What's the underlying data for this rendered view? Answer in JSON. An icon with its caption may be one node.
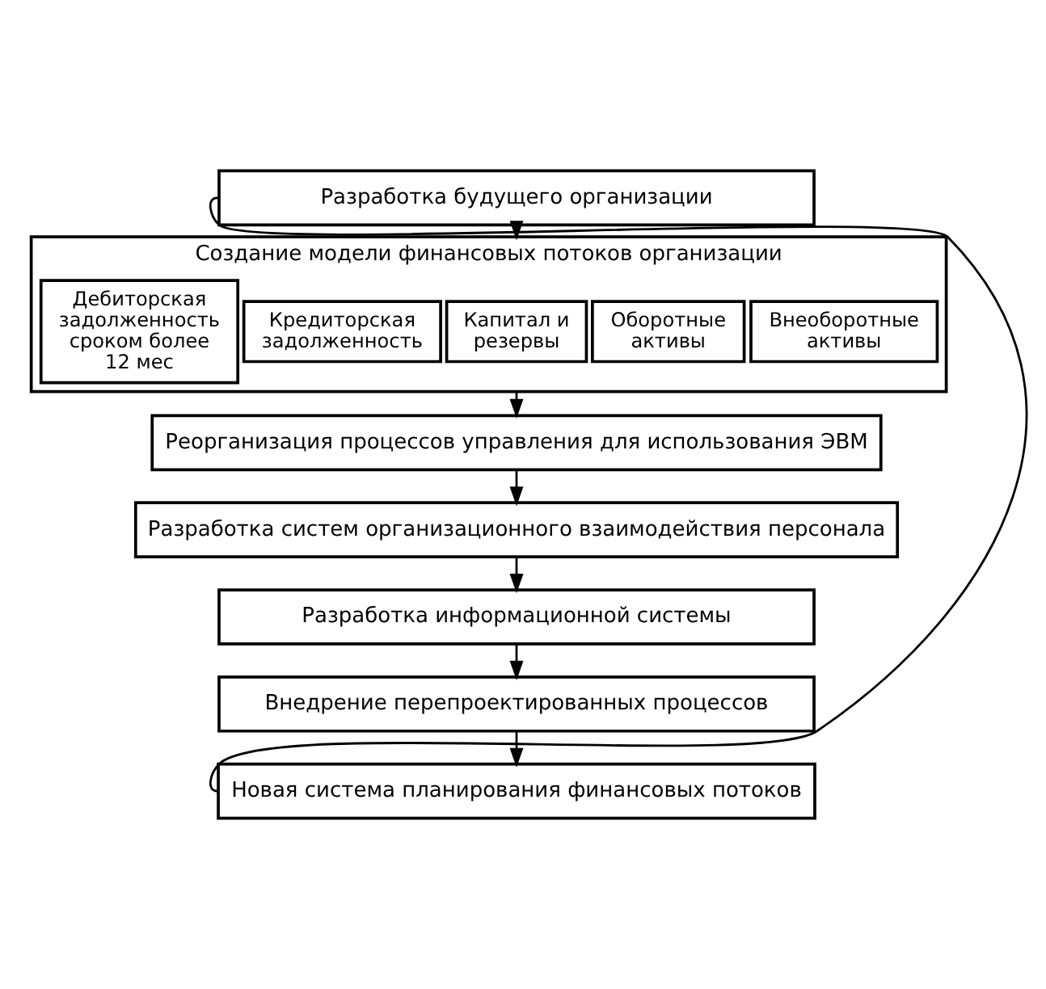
{
  "diagram": {
    "nodes": [
      {
        "text": [
          "Разработка будущего организации"
        ]
      },
      {
        "text": [
          "Создание модели финансовых потоков организации"
        ]
      },
      {
        "text": [
          "Внеоборотные активы"
        ],
        "in": 1
      },
      {
        "text": [
          "Оборотные активы"
        ],
        "in": 1
      },
      {
        "text": [
          "Капитал и резервы"
        ],
        "in": 1
      },
      {
        "text": [
          "Кредиторская задолженность"
        ],
        "in": 1
      },
      {
        "text": [
          "Дебиторская задолженность сроком более 12 мес"
        ],
        "in": 1
      },
      {
        "text": [
          "Реорганизация процессов управления для использования ЭВМ"
        ]
      },
      {
        "text": [
          "Разработка систем организационного взаимодействия персонала"
        ]
      },
      {
        "text": [
          "Разработка информационной системы"
        ]
      },
      {
        "text": [
          "Внедрение перепроектированных процессов"
        ]
      },
      {
        "text": [
          "Новая система планирования финансовых потоков"
        ]
      }
    ],
    "edges": [
      {
        "from": 0,
        "to": 1,
        "arrow": "to"
      },
      {
        "from": 1,
        "to": 7,
        "arrow": "to"
      },
      {
        "from": 7,
        "to": 8,
        "arrow": "to"
      },
      {
        "from": 8,
        "to": 9,
        "arrow": "to"
      },
      {
        "from": 9,
        "to": 10,
        "arrow": "to"
      },
      {
        "from": 10,
        "to": 11,
        "arrow": "to"
      },
      {
        "from": 11,
        "to": 0,
        "arrow": "none"
      }
    ]
  }
}
